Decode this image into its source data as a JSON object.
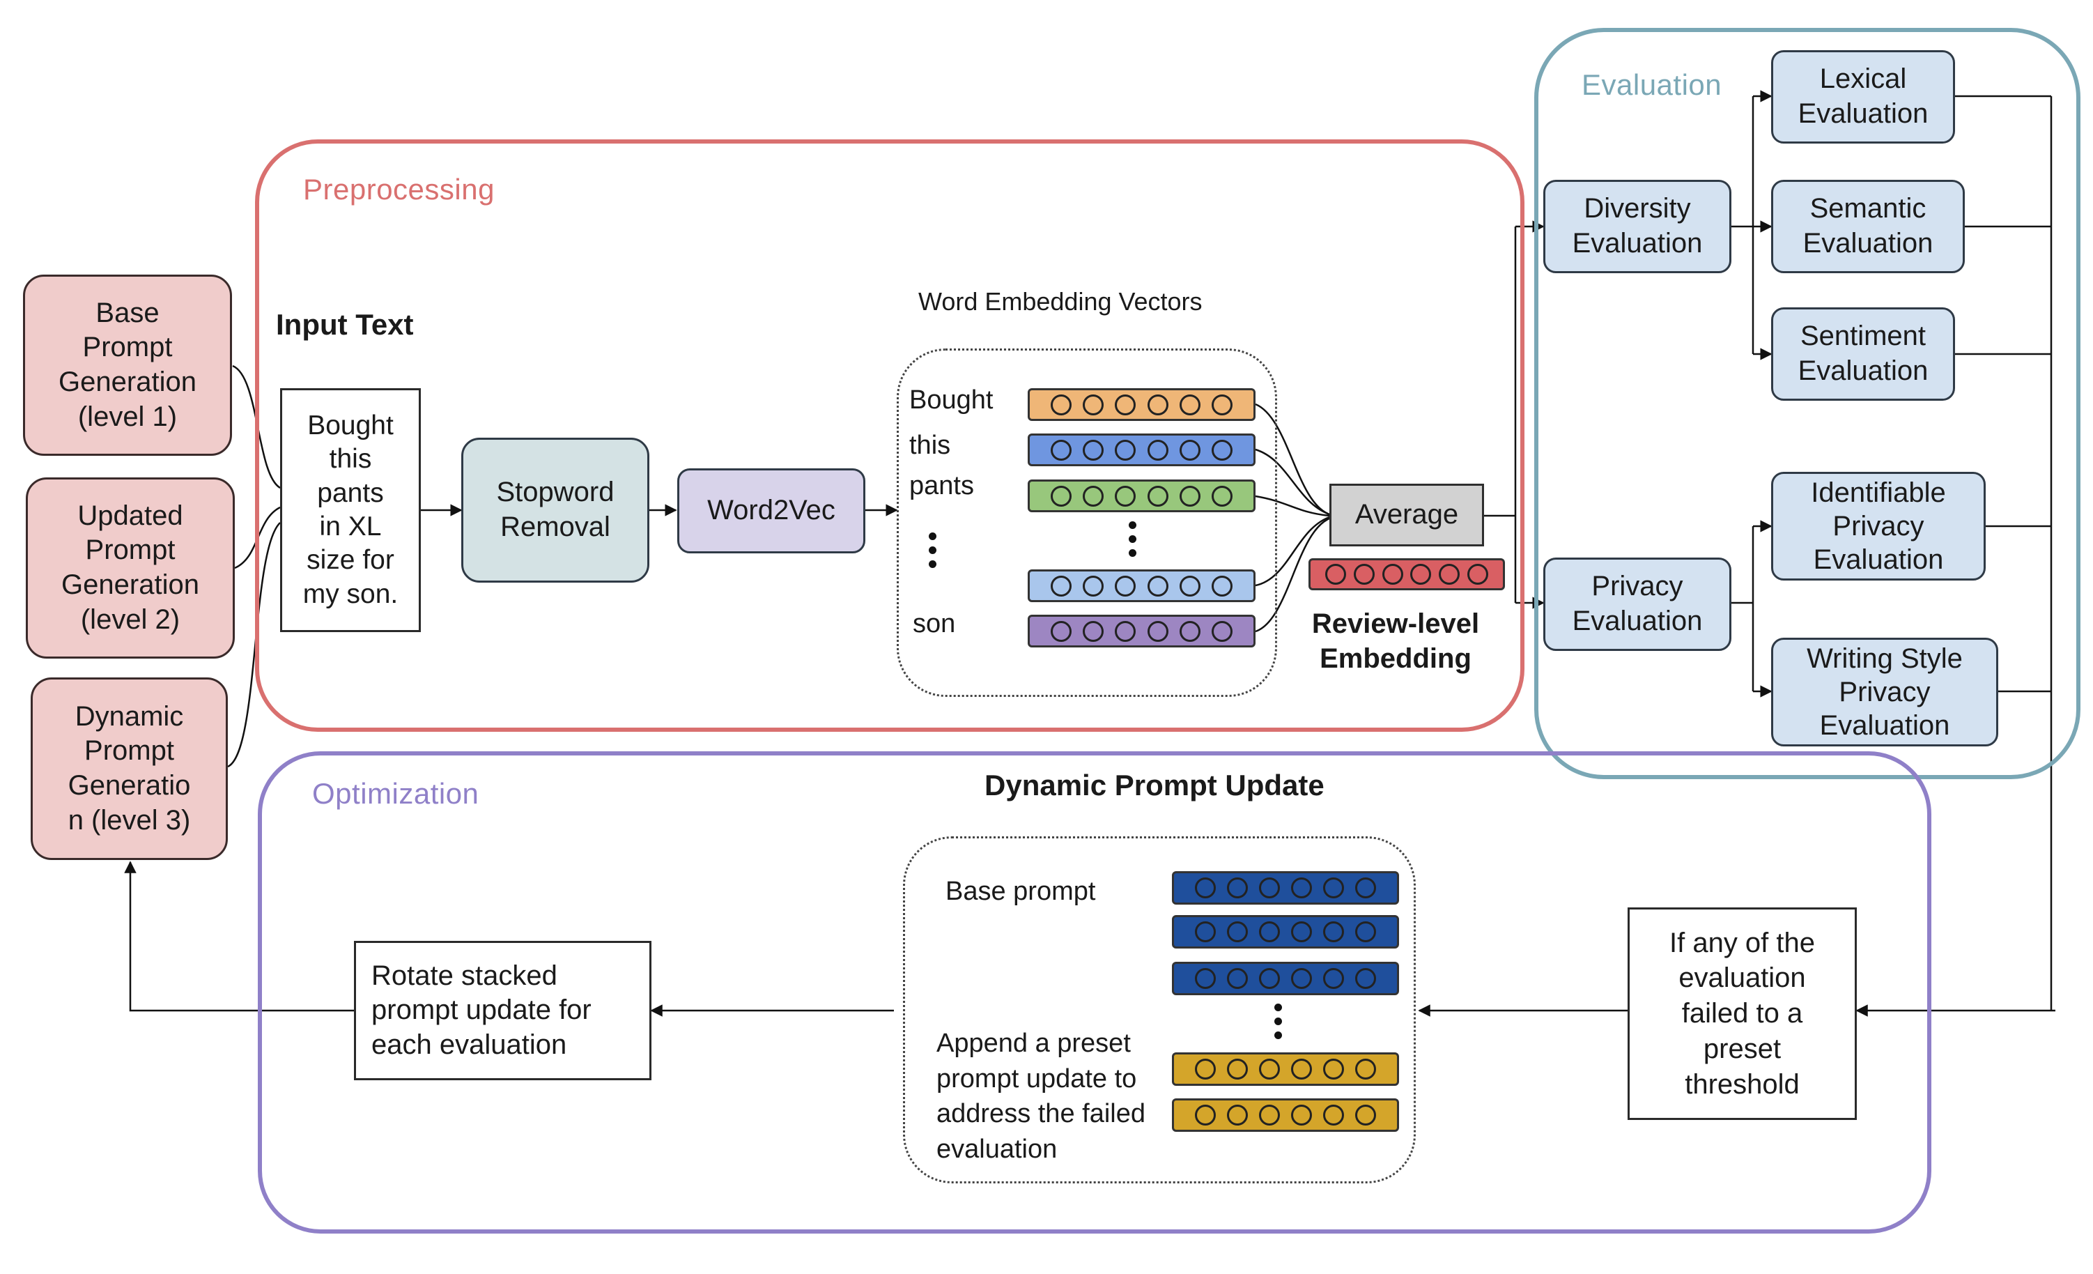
{
  "colors": {
    "preprocessing": "#d9706f",
    "evaluation": "#7aa7b5",
    "optimization": "#8f80c8",
    "prompt_box": "#f0cccb",
    "eval_box": "#d4e2f1"
  },
  "sections": {
    "preprocessing": "Preprocessing",
    "evaluation": "Evaluation",
    "optimization": "Optimization"
  },
  "prompts": [
    [
      "Base",
      "Prompt",
      "Generation",
      "(level 1)"
    ],
    [
      "Updated",
      "Prompt",
      "Generation",
      "(level 2)"
    ],
    [
      "Dynamic",
      "Prompt",
      "Generatio",
      "n (level 3)"
    ]
  ],
  "preprocessing": {
    "input_title": "Input Text",
    "input_text": [
      "Bought",
      "this",
      "pants",
      "in XL",
      "size for",
      "my son."
    ],
    "stopword": [
      "Stopword",
      "Removal"
    ],
    "word2vec": "Word2Vec",
    "embedding_title": "Word Embedding Vectors",
    "words": [
      "Bought",
      "this",
      "pants",
      "son"
    ],
    "vector_colors": [
      "#efb677",
      "#6f96e0",
      "#98c77c",
      "#a9c6ec",
      "#9d86c2"
    ],
    "average": "Average",
    "review_color": "#d95f63",
    "review_label": [
      "Review-level",
      "Embedding"
    ]
  },
  "evaluation": {
    "diversity": [
      "Diversity",
      "Evaluation"
    ],
    "privacy": [
      "Privacy",
      "Evaluation"
    ],
    "lexical": [
      "Lexical",
      "Evaluation"
    ],
    "semantic": [
      "Semantic",
      "Evaluation"
    ],
    "sentiment": [
      "Sentiment",
      "Evaluation"
    ],
    "identifiable": [
      "Identifiable",
      "Privacy",
      "Evaluation"
    ],
    "writing": [
      "Writing Style",
      "Privacy",
      "Evaluation"
    ]
  },
  "optimization": {
    "title": "Dynamic Prompt Update",
    "base_prompt": "Base prompt",
    "append_text": [
      "Append a preset",
      "prompt update to",
      "address the failed",
      "evaluation"
    ],
    "base_color": "#1f4f9c",
    "append_color": "#d4a52a",
    "threshold": [
      "If any of the",
      "evaluation",
      "failed to a",
      "preset",
      "threshold"
    ],
    "rotate": [
      "Rotate stacked",
      "prompt update for",
      "each evaluation"
    ]
  }
}
